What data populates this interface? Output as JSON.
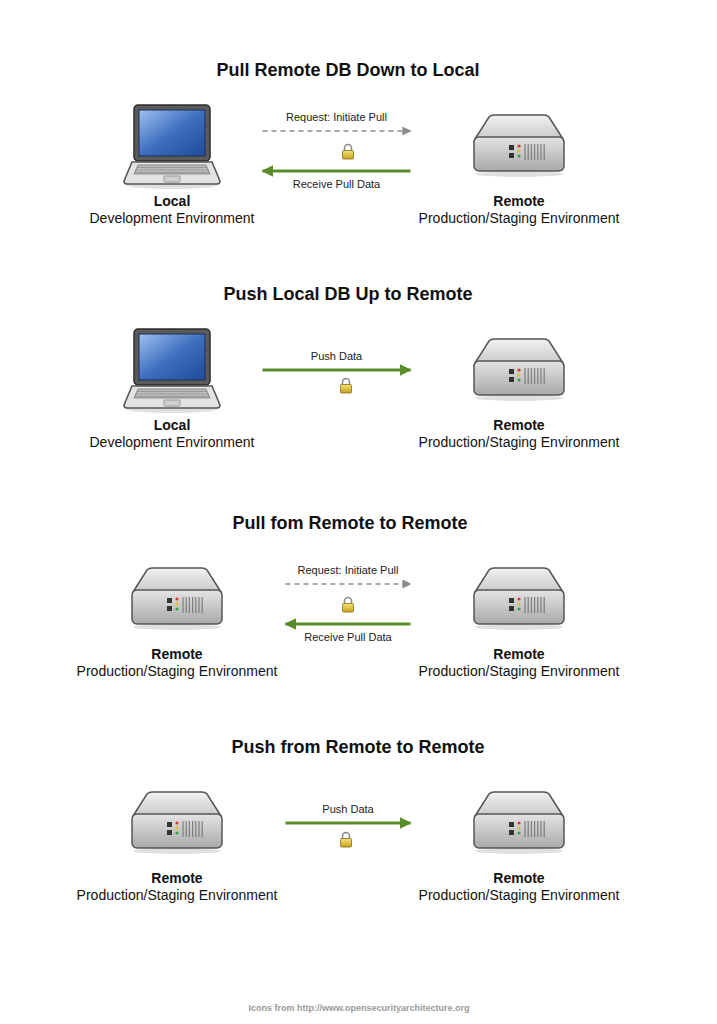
{
  "diagram": {
    "nodes": [
      {
        "text": [
          "Local",
          "Development Environment"
        ]
      },
      {
        "text": [
          "Remote",
          "Production/Staging Environment"
        ]
      },
      {
        "text": [
          "Local",
          "Development Environment"
        ]
      },
      {
        "text": [
          "Remote",
          "Production/Staging Environment"
        ]
      },
      {
        "text": [
          "Remote",
          "Production/Staging Environment"
        ]
      },
      {
        "text": [
          "Remote",
          "Production/Staging Environment"
        ]
      },
      {
        "text": [
          "Remote",
          "Production/Staging Environment"
        ]
      },
      {
        "text": [
          "Remote",
          "Production/Staging Environment"
        ]
      }
    ],
    "edges": [
      {
        "from": 0,
        "to": 1,
        "label": "Request: Initiate Pull",
        "arrow": "to"
      },
      {
        "from": 1,
        "to": 0,
        "label": "Receive Pull Data",
        "arrow": "to"
      },
      {
        "from": 2,
        "to": 3,
        "label": "Push Data",
        "arrow": "to"
      },
      {
        "from": 4,
        "to": 5,
        "label": "Request: Initiate Pull",
        "arrow": "to"
      },
      {
        "from": 5,
        "to": 4,
        "label": "Receive Pull Data",
        "arrow": "to"
      },
      {
        "from": 6,
        "to": 7,
        "label": "Push Data",
        "arrow": "to"
      }
    ],
    "labels": [
      "Pull Remote DB Down to Local",
      "Push Local DB Up to Remote",
      "Pull fom Remote to Remote",
      "Push from Remote to Remote",
      "Icons from http://www.opensecurityarchitecture.org"
    ]
  }
}
